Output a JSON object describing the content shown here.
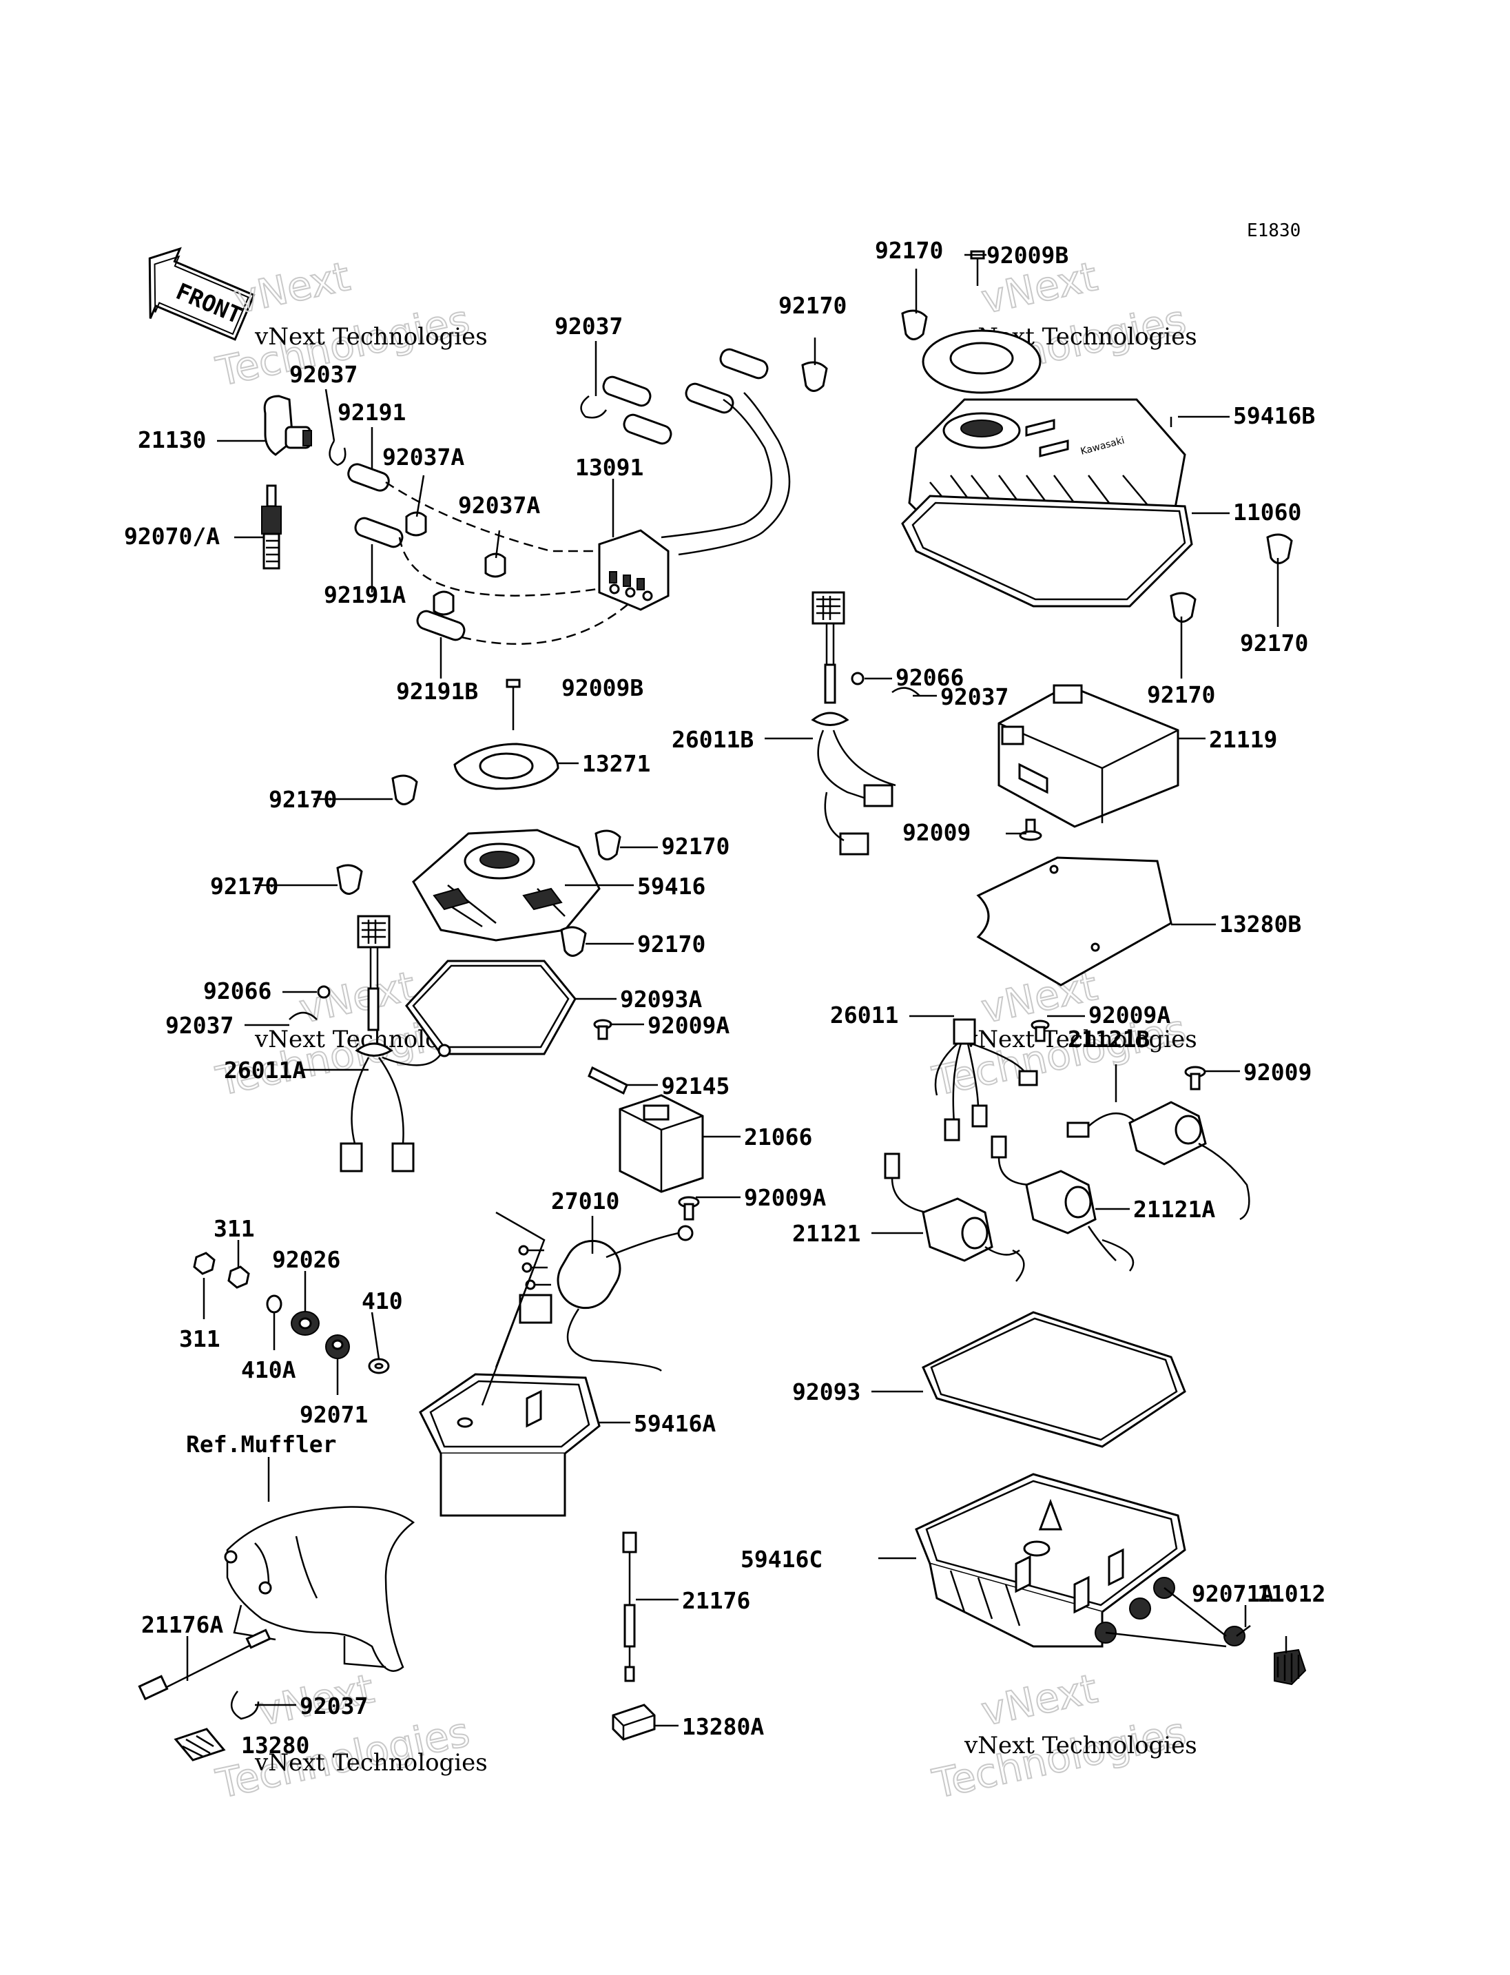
{
  "diagram_code": "E1830",
  "front_marker": "FRONT",
  "reference_note": "Ref.Muffler",
  "watermark": {
    "line1": "vNext Technologies",
    "line2": "vNext",
    "line3": "Technologies"
  },
  "callouts": [
    {
      "id": "c92170a",
      "text": "92170"
    },
    {
      "id": "c92009b_top",
      "text": "92009B"
    },
    {
      "id": "c92170b",
      "text": "92170"
    },
    {
      "id": "c92037_top",
      "text": "92037"
    },
    {
      "id": "c92037_l",
      "text": "92037"
    },
    {
      "id": "c21130",
      "text": "21130"
    },
    {
      "id": "c92191",
      "text": "92191"
    },
    {
      "id": "c92037a_1",
      "text": "92037A"
    },
    {
      "id": "c13091",
      "text": "13091"
    },
    {
      "id": "c92037a_2",
      "text": "92037A"
    },
    {
      "id": "c92070a",
      "text": "92070/A"
    },
    {
      "id": "c92191a",
      "text": "92191A"
    },
    {
      "id": "c92191b",
      "text": "92191B"
    },
    {
      "id": "c59416b",
      "text": "59416B"
    },
    {
      "id": "c11060",
      "text": "11060"
    },
    {
      "id": "c92170c",
      "text": "92170"
    },
    {
      "id": "c92170d",
      "text": "92170"
    },
    {
      "id": "c92066_r",
      "text": "92066"
    },
    {
      "id": "c92037_r",
      "text": "92037"
    },
    {
      "id": "c26011b",
      "text": "26011B"
    },
    {
      "id": "c21119",
      "text": "21119"
    },
    {
      "id": "c92009_r",
      "text": "92009"
    },
    {
      "id": "c92009b_m",
      "text": "92009B"
    },
    {
      "id": "c13271",
      "text": "13271"
    },
    {
      "id": "c92170e",
      "text": "92170"
    },
    {
      "id": "c92170f",
      "text": "92170"
    },
    {
      "id": "c92170g",
      "text": "92170"
    },
    {
      "id": "c59416",
      "text": "59416"
    },
    {
      "id": "c92170h",
      "text": "92170"
    },
    {
      "id": "c13280b",
      "text": "13280B"
    },
    {
      "id": "c92066_l",
      "text": "92066"
    },
    {
      "id": "c92093a",
      "text": "92093A"
    },
    {
      "id": "c92037_l2",
      "text": "92037"
    },
    {
      "id": "c92009a_1",
      "text": "92009A"
    },
    {
      "id": "c26011a",
      "text": "26011A"
    },
    {
      "id": "c92145",
      "text": "92145"
    },
    {
      "id": "c26011",
      "text": "26011"
    },
    {
      "id": "c92009a_r",
      "text": "92009A"
    },
    {
      "id": "c21121b",
      "text": "21121B"
    },
    {
      "id": "c92009_r2",
      "text": "92009"
    },
    {
      "id": "c21066",
      "text": "21066"
    },
    {
      "id": "c27010",
      "text": "27010"
    },
    {
      "id": "c92009a_2",
      "text": "92009A"
    },
    {
      "id": "c21121",
      "text": "21121"
    },
    {
      "id": "c21121a",
      "text": "21121A"
    },
    {
      "id": "c311_top",
      "text": "311"
    },
    {
      "id": "c92026",
      "text": "92026"
    },
    {
      "id": "c410",
      "text": "410"
    },
    {
      "id": "c311_bot",
      "text": "311"
    },
    {
      "id": "c410a",
      "text": "410A"
    },
    {
      "id": "c92071",
      "text": "92071"
    },
    {
      "id": "c59416a",
      "text": "59416A"
    },
    {
      "id": "c92093",
      "text": "92093"
    },
    {
      "id": "c59416c",
      "text": "59416C"
    },
    {
      "id": "c92071a",
      "text": "92071A"
    },
    {
      "id": "c11012",
      "text": "11012"
    },
    {
      "id": "c21176",
      "text": "21176"
    },
    {
      "id": "c21176a",
      "text": "21176A"
    },
    {
      "id": "c92037_b",
      "text": "92037"
    },
    {
      "id": "c13280",
      "text": "13280"
    },
    {
      "id": "c13280a",
      "text": "13280A"
    }
  ]
}
